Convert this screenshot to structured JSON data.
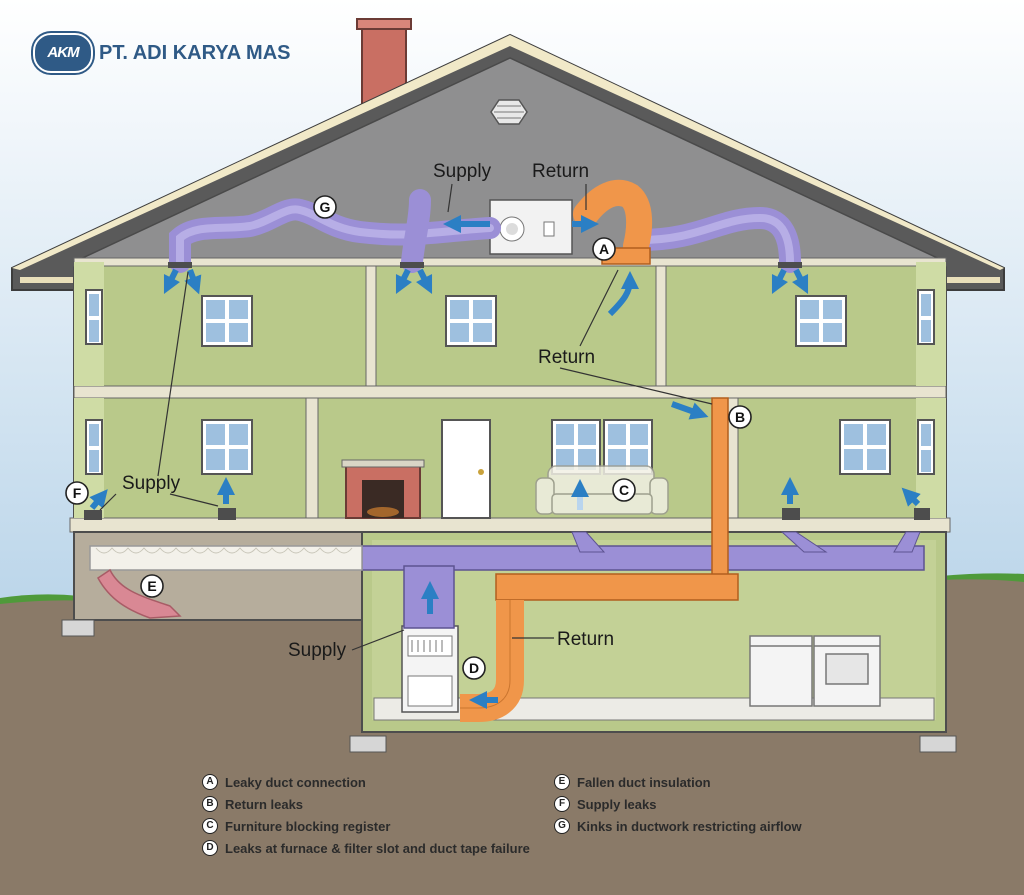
{
  "brand": {
    "logo_text": "AKM",
    "name": "PT. ADI KARYA MAS"
  },
  "labels": {
    "supply_attic": "Supply",
    "return_attic": "Return",
    "return_upper": "Return",
    "supply_second": "Supply",
    "supply_basement": "Supply",
    "return_basement": "Return"
  },
  "markers": {
    "a": "A",
    "b": "B",
    "c": "C",
    "d": "D",
    "e": "E",
    "f": "F",
    "g": "G"
  },
  "legend": {
    "left": [
      {
        "key": "A",
        "text": "Leaky duct connection"
      },
      {
        "key": "B",
        "text": "Return leaks"
      },
      {
        "key": "C",
        "text": "Furniture blocking register"
      },
      {
        "key": "D",
        "text": "Leaks at furnace & filter slot and duct tape failure"
      }
    ],
    "right": [
      {
        "key": "E",
        "text": "Fallen duct insulation"
      },
      {
        "key": "F",
        "text": "Supply leaks"
      },
      {
        "key": "G",
        "text": "Kinks in ductwork restricting airflow"
      }
    ]
  },
  "colors": {
    "sky": "#dfe9f3",
    "ground": "#8a7a68",
    "grass": "#4f9a3a",
    "roof": "#6b6b6b",
    "wall": "#b9c98a",
    "supply_duct": "#9b8fd6",
    "return_duct": "#f0964a",
    "airflow_arrow": "#2b7fc4",
    "brand": "#2f5a86"
  }
}
